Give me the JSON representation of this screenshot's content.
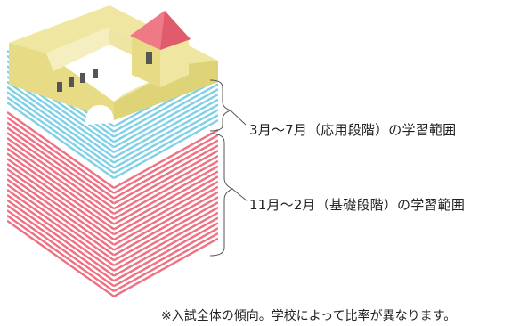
{
  "labels": {
    "applied": "3月〜7月（応用段階）の学習範囲",
    "basic": "11月〜2月（基礎段階）の学習範囲"
  },
  "footnote": "※入試全体の傾向。学校によって比率が異なります。",
  "colors": {
    "building": "#efe6a2",
    "building_dark": "#e2d77a",
    "roof": "#ef7a86",
    "applied_stripes": "#7fd0e6",
    "basic_stripes": "#ee7082",
    "outline": "#555555"
  }
}
